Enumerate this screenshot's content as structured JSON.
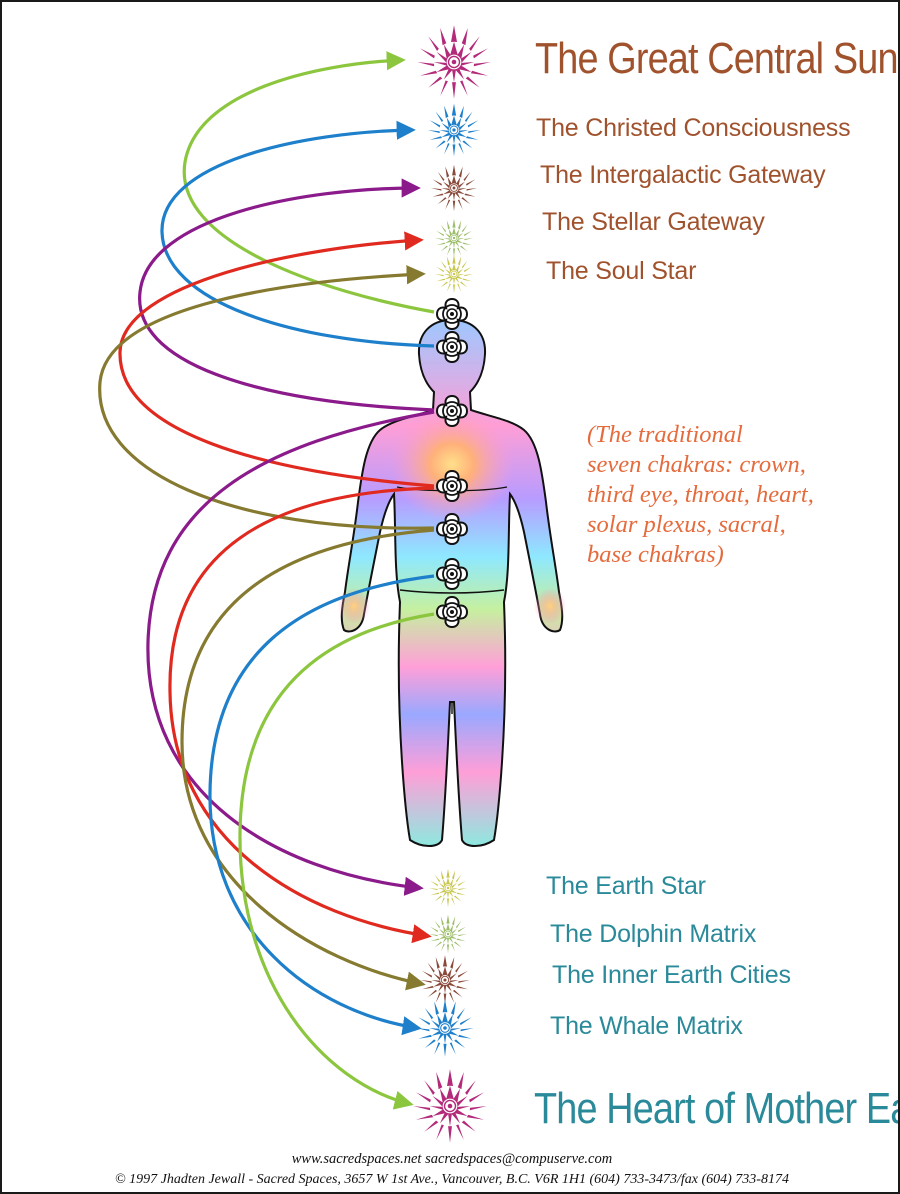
{
  "upper_labels": [
    "The Great Central Sun",
    "The Christed Consciousness",
    "The Intergalactic Gateway",
    "The Stellar Gateway",
    "The Soul Star"
  ],
  "lower_labels": [
    "The Earth Star",
    "The Dolphin Matrix",
    "The Inner Earth Cities",
    "The Whale Matrix",
    "The Heart of Mother Earth"
  ],
  "note_lines": [
    "(The traditional",
    "seven chakras: crown,",
    "third eye, throat, heart,",
    "solar plexus, sacral,",
    "base chakras)"
  ],
  "footer": {
    "links": "www.sacredspaces.net      sacredspaces@compuserve.com",
    "copyright": "© 1997 Jhadten Jewall - Sacred Spaces, 3657 W 1st Ave., Vancouver, B.C. V6R 1H1 (604) 733-3473/fax (604) 733-8174"
  },
  "colors": {
    "upper_text": "#a0522d",
    "lower_text": "#2a8a9a",
    "note_text": "#e56b3c",
    "arrow_lime": "#8cc63f",
    "arrow_blue": "#1e7fcb",
    "arrow_purple": "#8b1a8b",
    "arrow_red": "#e02a1f",
    "arrow_olive": "#857a2f"
  },
  "icons": {
    "mandala": "lotus-mandala-icon",
    "chakra": "concentric-lotus-chakra-icon",
    "arrow": "curved-arrow"
  }
}
